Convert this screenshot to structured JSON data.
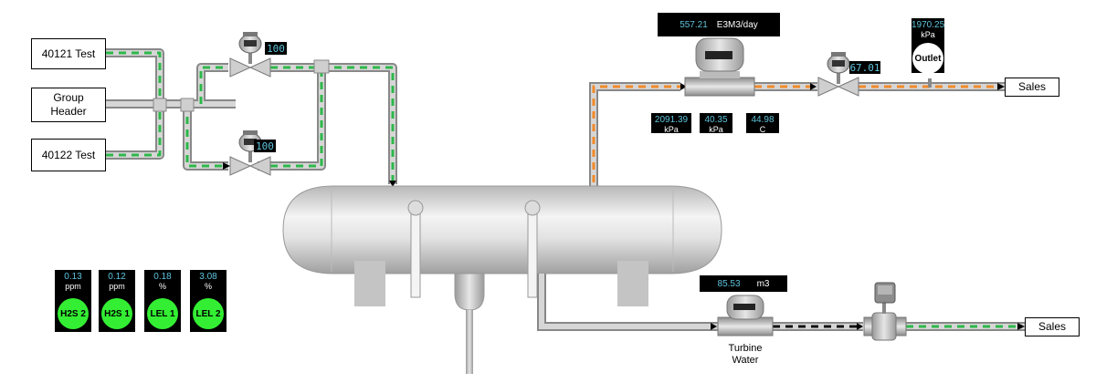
{
  "inputs": {
    "test_40121": "40121 Test",
    "group_header": "Group\nHeader",
    "test_40122": "40122 Test"
  },
  "valves": {
    "upper_inlet_output": "100",
    "lower_inlet_output": "100",
    "gas_control_output": "67.01"
  },
  "gas_meter": {
    "flow_value": "557.21",
    "flow_unit": "E3M3/day",
    "pressure_value": "2091.39",
    "pressure_unit": "kPa",
    "dp_value": "40.35",
    "dp_unit": "kPa",
    "temp_value": "44.98",
    "temp_unit": "C"
  },
  "outlet": {
    "pressure_value": "1970.25",
    "pressure_unit": "kPa",
    "label": "Outlet"
  },
  "destinations": {
    "gas_sales": "Sales",
    "water_sales": "Sales"
  },
  "water_meter": {
    "volume_value": "85.53",
    "volume_unit": "m3",
    "label": "Turbine\nWater"
  },
  "gas_detectors": [
    {
      "value": "0.13",
      "unit": "ppm",
      "name": "H2S 2"
    },
    {
      "value": "0.12",
      "unit": "ppm",
      "name": "H2S 1"
    },
    {
      "value": "0.18",
      "unit": "%",
      "name": "LEL 1"
    },
    {
      "value": "3.08",
      "unit": "%",
      "name": "LEL 2"
    }
  ],
  "colors": {
    "flow_green": "#2db84a",
    "flow_orange": "#f08a2a",
    "flow_black": "#111111",
    "readout_value": "#5ec4dc",
    "detector_ok": "#33ee33"
  }
}
